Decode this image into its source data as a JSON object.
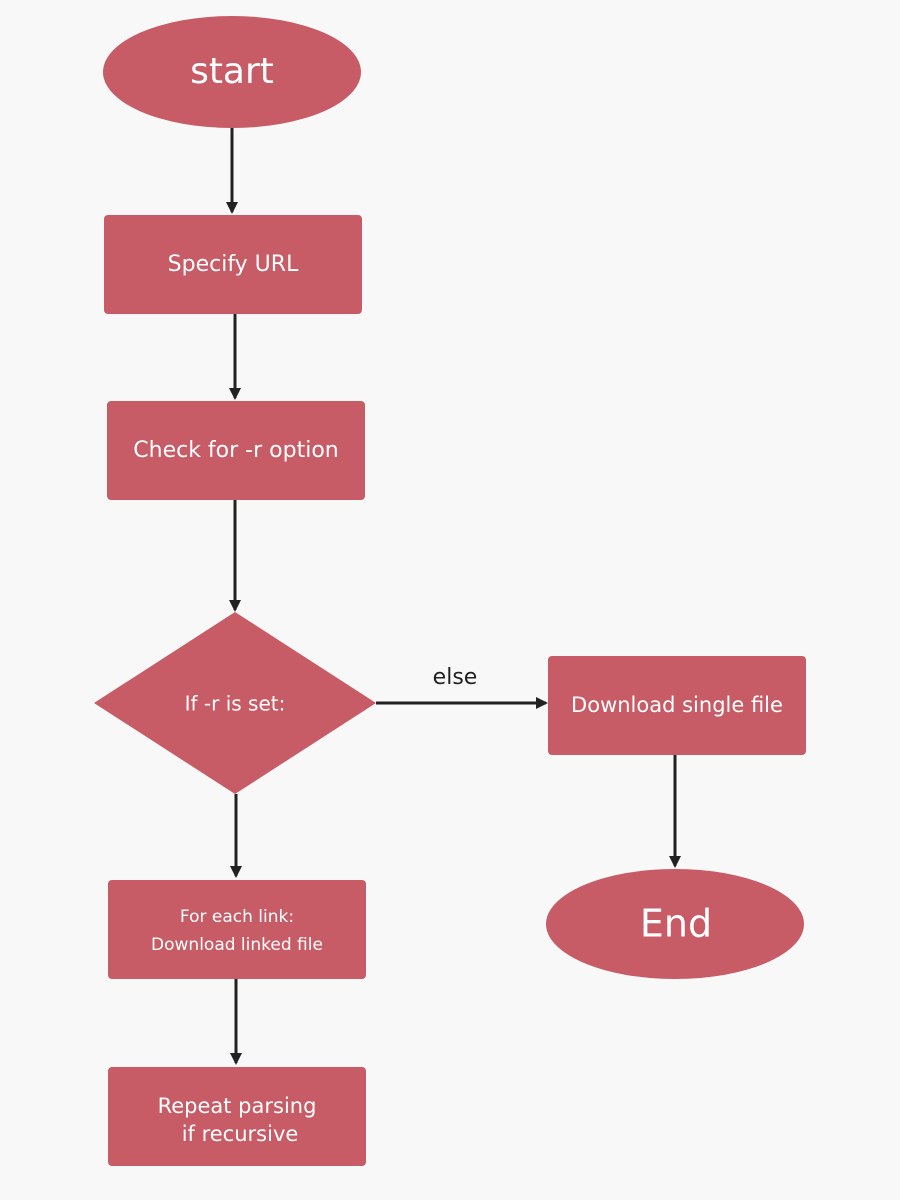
{
  "colors": {
    "background": "#f8f8f9",
    "node_fill": "#c75b66",
    "node_text": "#ffffff",
    "connector": "#222222"
  },
  "nodes": {
    "start": {
      "label": "start"
    },
    "specify_url": {
      "label": "Specify URL"
    },
    "check_option": {
      "label": "Check for -r option"
    },
    "decision": {
      "label": "If -r is set:"
    },
    "download_single": {
      "label": "Download single file"
    },
    "end": {
      "label": "End"
    },
    "for_each_link": {
      "line1": "For each link:",
      "line2": "Download linked file"
    },
    "repeat_parsing": {
      "line1": "Repeat parsing",
      "line2": "if recursive"
    }
  },
  "edges": {
    "else_label": "else"
  }
}
